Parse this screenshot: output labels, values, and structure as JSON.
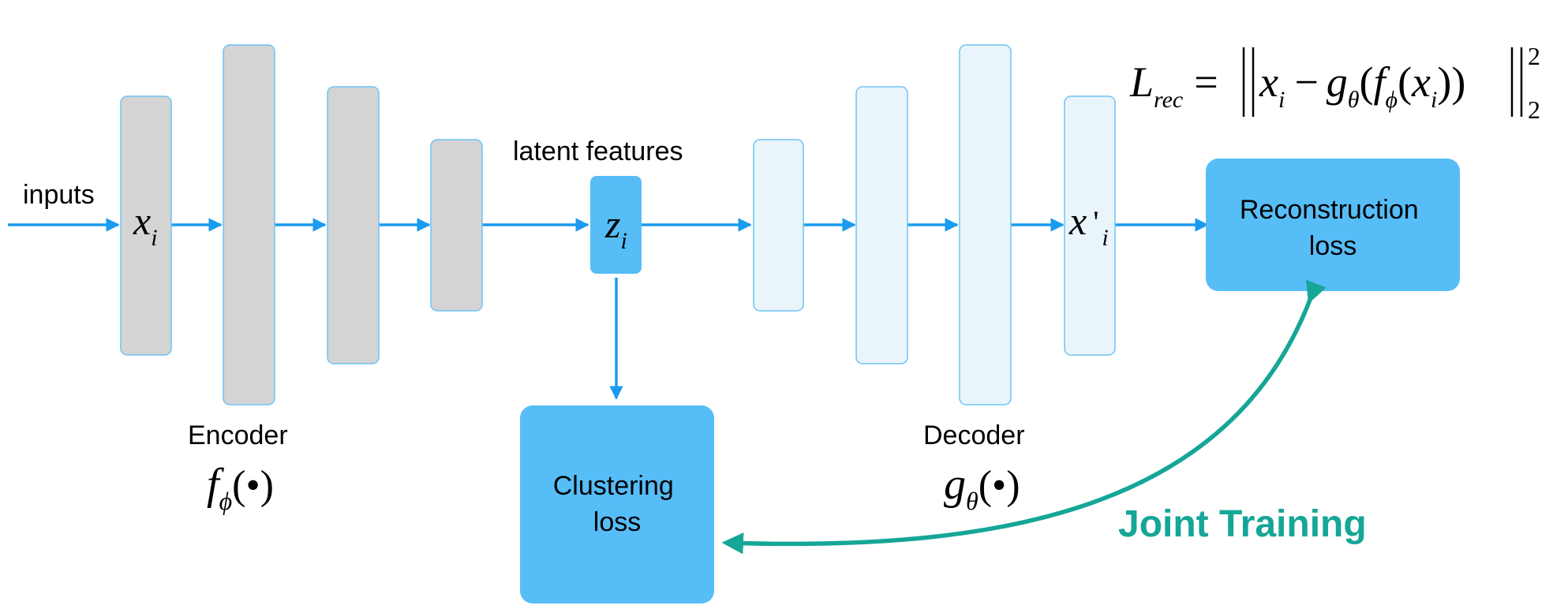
{
  "labels": {
    "inputs": "inputs",
    "latent_features": "latent features",
    "encoder": "Encoder",
    "decoder": "Decoder",
    "joint_training": "Joint Training"
  },
  "boxes": {
    "reconstruction_line1": "Reconstruction",
    "reconstruction_line2": "loss",
    "clustering_line1": "Clustering",
    "clustering_line2": "loss"
  },
  "math": {
    "x_var": "x",
    "x_sub": "i",
    "z_var": "z",
    "z_sub": "i",
    "xprime_var": "x",
    "xprime_mark": "'",
    "xprime_sub": "i",
    "encoder_fn": "f",
    "encoder_sub": "ϕ",
    "encoder_arg": "(•)",
    "decoder_fn": "g",
    "decoder_sub": "θ",
    "decoder_arg": "(•)",
    "loss_L": "L",
    "loss_sub": "rec",
    "loss_eq": "=",
    "loss_x": "x",
    "loss_xi": "i",
    "loss_minus": "−",
    "loss_g": "g",
    "loss_gsub": "θ",
    "loss_paren": "(",
    "loss_f": "f",
    "loss_fsub": "ϕ",
    "loss_inner_open": "(",
    "loss_x2": "x",
    "loss_x2i": "i",
    "loss_close": "))",
    "loss_sup": "2",
    "loss_sub2": "2"
  },
  "colors": {
    "arrow_blue": "#1a9bef",
    "box_blue": "#56bdf7",
    "encoder_gray": "#d4d4d4",
    "decoder_light": "#eaf4fb",
    "layer_border": "#6cc4f5",
    "joint_teal": "#15a697"
  }
}
